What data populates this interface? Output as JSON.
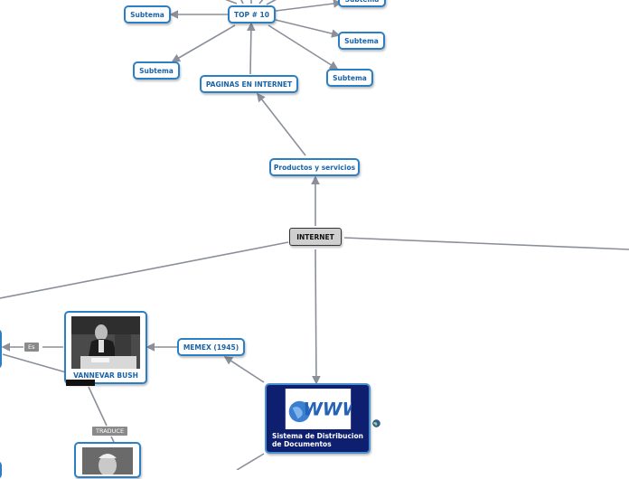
{
  "nodes": {
    "center": "INTERNET",
    "productos": "Productos y servicios",
    "paginas": "PAGINAS EN INTERNET",
    "top10": "TOP # 10",
    "subtema": "Subtema",
    "memex": "MEMEX (1945)",
    "vannevar": "VANNEVAR BUSH",
    "sistema_line1": "Sistema de Distribucion",
    "sistema_line2": "de Documentos",
    "www": "WWW"
  },
  "labels": {
    "es": "Es",
    "traduce": "TRADUCE"
  },
  "colors": {
    "node_border": "#2b7fc4",
    "node_text": "#1a63a8",
    "center_fill": "#cfcfcf",
    "dark_fill": "#0d1f6e",
    "connector": "#8a8f99"
  }
}
